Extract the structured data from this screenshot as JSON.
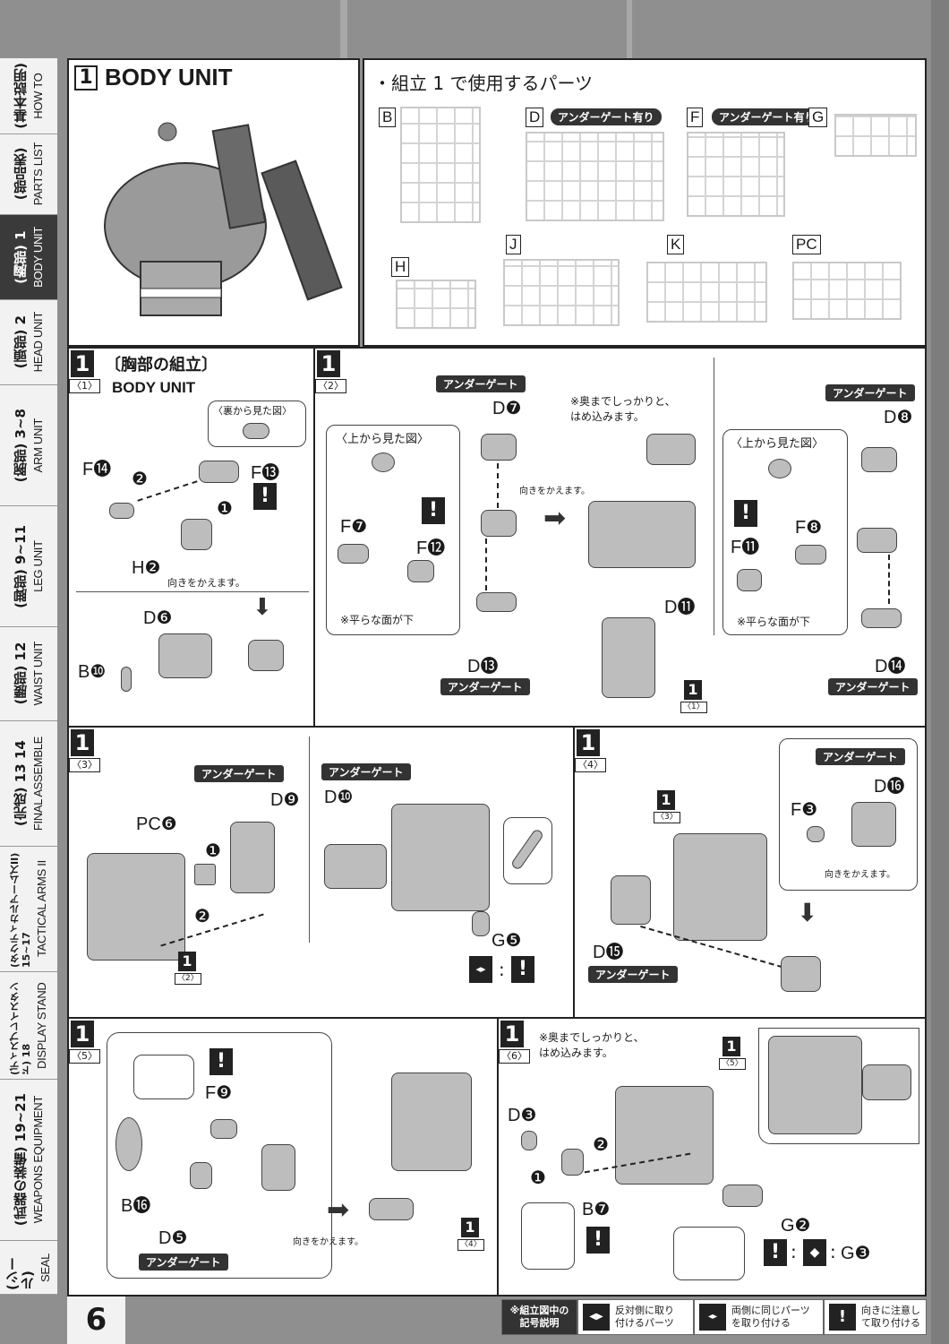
{
  "sidebar": {
    "tabs": [
      {
        "jp": "(基本説明)",
        "en": "HOW TO"
      },
      {
        "jp": "(部品表)",
        "en": "PARTS LIST"
      },
      {
        "jp": "(胸部) 1",
        "en": "BODY UNIT"
      },
      {
        "jp": "(頭部) 2",
        "en": "HEAD UNIT"
      },
      {
        "jp": "(腕部) 3~8",
        "en": "ARM UNIT"
      },
      {
        "jp": "(脚部) 9~11",
        "en": "LEG UNIT"
      },
      {
        "jp": "(腰部) 12",
        "en": "WAIST UNIT"
      },
      {
        "jp": "(完成) 13 14",
        "en": "FINAL ASSEMBLE"
      },
      {
        "jp": "(タクティカルアームズII) 15~17",
        "en": "TACTICAL ARMS II"
      },
      {
        "jp": "(ディスプレイスタンド) 18",
        "en": "DISPLAY STAND"
      },
      {
        "jp": "(武器の装備) 19~21",
        "en": "WEAPONS EQUIPMENT"
      },
      {
        "jp": "(シール)",
        "en": "SEAL"
      }
    ]
  },
  "header": {
    "step": "1",
    "title": "BODY UNIT"
  },
  "parts": {
    "title": "・組立 1 で使用するパーツ",
    "undergate_tag": "アンダーゲート有り",
    "runners": [
      "B",
      "D",
      "F",
      "G",
      "H",
      "J",
      "K",
      "PC"
    ]
  },
  "step1": {
    "num": "1",
    "sub": "〈1〉",
    "title_jp": "〔胸部の組立〕",
    "title_en": "BODY UNIT",
    "back_view": "〈裏から見た図〉",
    "turn": "向きをかえます。",
    "labels": {
      "f14": "F⓮",
      "f13": "F⓭",
      "h2": "H❷",
      "d6": "D❻",
      "b10": "B❿",
      "n1": "❶",
      "n2": "❷"
    }
  },
  "step2": {
    "num": "1",
    "sub": "〈2〉",
    "top_view": "〈上から見た図〉",
    "flat_down": "※平らな面が下",
    "turn": "向きをかえます。",
    "push_note": "※奥までしっかりと、\nはめ込みます。",
    "undergate": "アンダーゲート",
    "ref": "1",
    "ref_sub": "〈1〉",
    "labels": {
      "d7": "D❼",
      "f7": "F❼",
      "f12": "F⓬",
      "d13": "D⓭",
      "d11": "D⓫",
      "d8": "D❽",
      "f8": "F❽",
      "f11": "F⓫",
      "d14": "D⓮"
    }
  },
  "step3": {
    "num": "1",
    "sub": "〈3〉",
    "undergate": "アンダーゲート",
    "ref": "1",
    "ref_sub": "〈2〉",
    "labels": {
      "pc6": "PC❻",
      "d9": "D❾",
      "d10": "D❿",
      "g5": "G❺",
      "n1": "❶",
      "n2": "❷"
    }
  },
  "step4": {
    "num": "1",
    "sub": "〈4〉",
    "undergate": "アンダーゲート",
    "turn": "向きをかえます。",
    "ref": "1",
    "ref_sub": "〈3〉",
    "labels": {
      "d16": "D⓰",
      "f3": "F❸",
      "d15": "D⓯"
    }
  },
  "step5": {
    "num": "1",
    "sub": "〈5〉",
    "undergate": "アンダーゲート",
    "turn": "向きをかえます。",
    "ref": "1",
    "ref_sub": "〈4〉",
    "labels": {
      "f9": "F❾",
      "b16": "B⓰",
      "d5": "D❺"
    }
  },
  "step6": {
    "num": "1",
    "sub": "〈6〉",
    "push_note": "※奥までしっかりと、\nはめ込みます。",
    "ref": "1",
    "ref_sub": "〈5〉",
    "labels": {
      "d3": "D❸",
      "b7": "B❼",
      "g2": "G❷",
      "g3": "G❸",
      "n1": "❶",
      "n2": "❷",
      "colon": ":"
    }
  },
  "footer": {
    "page": "6",
    "legend_title": "※組立図中の\n記号説明",
    "legend": [
      {
        "icon": "opposite-side-icon",
        "text": "反対側に取り\n付けるパーツ"
      },
      {
        "icon": "both-sides-icon",
        "text": "両側に同じパーツ\nを取り付ける"
      },
      {
        "icon": "orientation-caution-icon",
        "text": "向きに注意し\nて取り付ける"
      }
    ]
  }
}
